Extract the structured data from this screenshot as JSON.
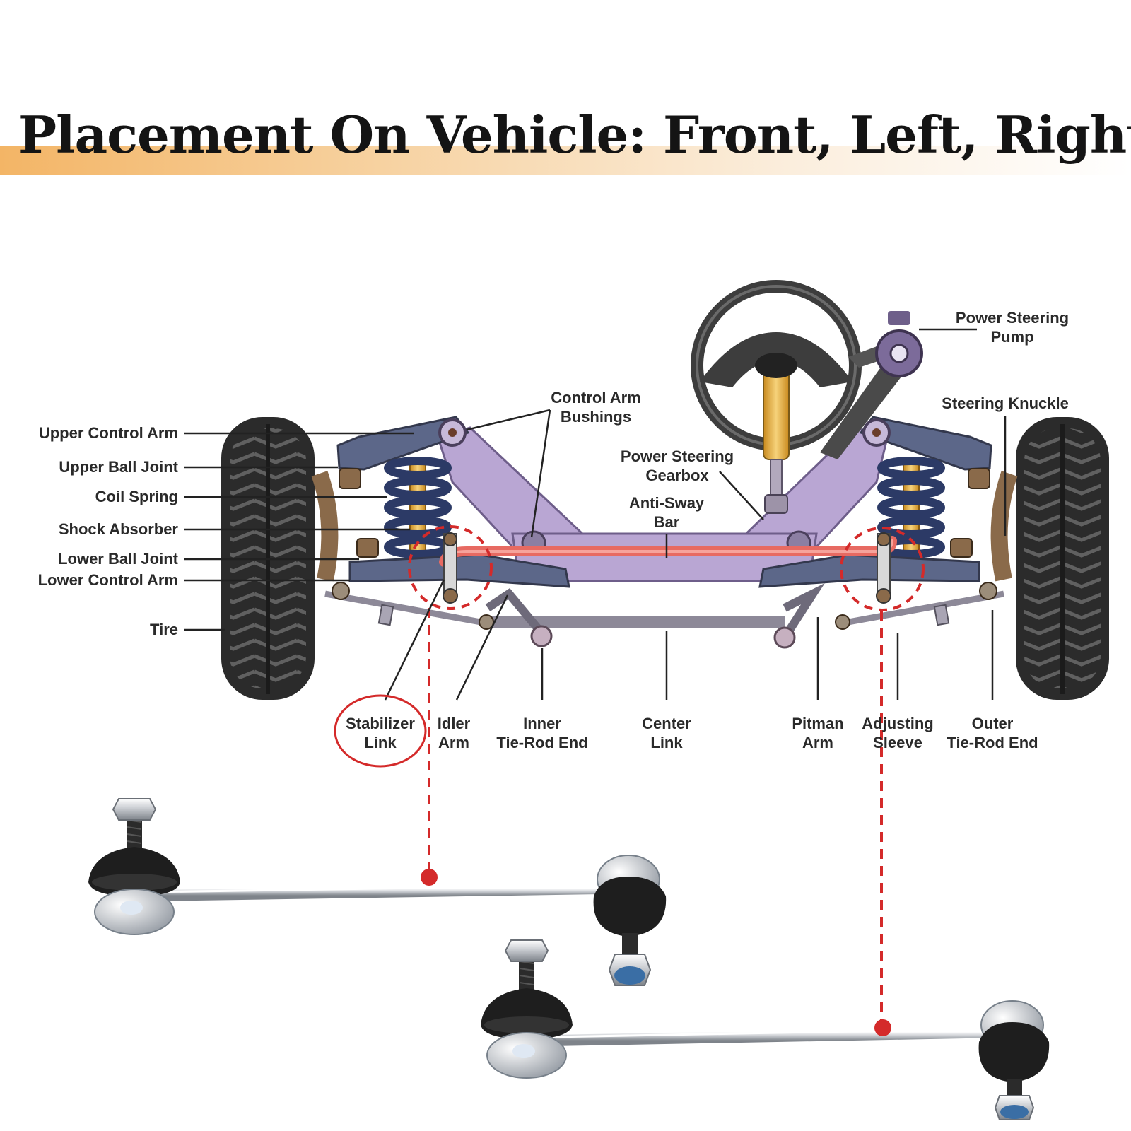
{
  "title": "Placement On Vehicle: Front, Left, Right",
  "labels": {
    "upper_control_arm": "Upper Control Arm",
    "upper_ball_joint": "Upper Ball Joint",
    "coil_spring": "Coil Spring",
    "shock_absorber": "Shock Absorber",
    "lower_ball_joint": "Lower Ball Joint",
    "lower_control_arm": "Lower Control Arm",
    "tire": "Tire",
    "control_arm_bushings": [
      "Control Arm",
      "Bushings"
    ],
    "power_steering_gearbox": [
      "Power Steering",
      "Gearbox"
    ],
    "anti_sway_bar": [
      "Anti-Sway",
      "Bar"
    ],
    "power_steering_pump": [
      "Power Steering",
      "Pump"
    ],
    "steering_knuckle": "Steering Knuckle",
    "stabilizer_link": [
      "Stabilizer",
      "Link"
    ],
    "idler_arm": [
      "Idler",
      "Arm"
    ],
    "inner_tie_rod_end": [
      "Inner",
      "Tie-Rod End"
    ],
    "center_link": [
      "Center",
      "Link"
    ],
    "pitman_arm": [
      "Pitman",
      "Arm"
    ],
    "adjusting_sleeve": [
      "Adjusting",
      "Sleeve"
    ],
    "outer_tie_rod_end": [
      "Outer",
      "Tie-Rod End"
    ]
  },
  "colors": {
    "highlight": "#d42a2a",
    "frame": "#b9a6d3",
    "spring": "#2c3a66",
    "shock": "#e8b340",
    "tire": "#2b2b2b",
    "banner": "#f3b566"
  },
  "icons": [
    "stabilizer-link-left-product",
    "stabilizer-link-right-product"
  ]
}
